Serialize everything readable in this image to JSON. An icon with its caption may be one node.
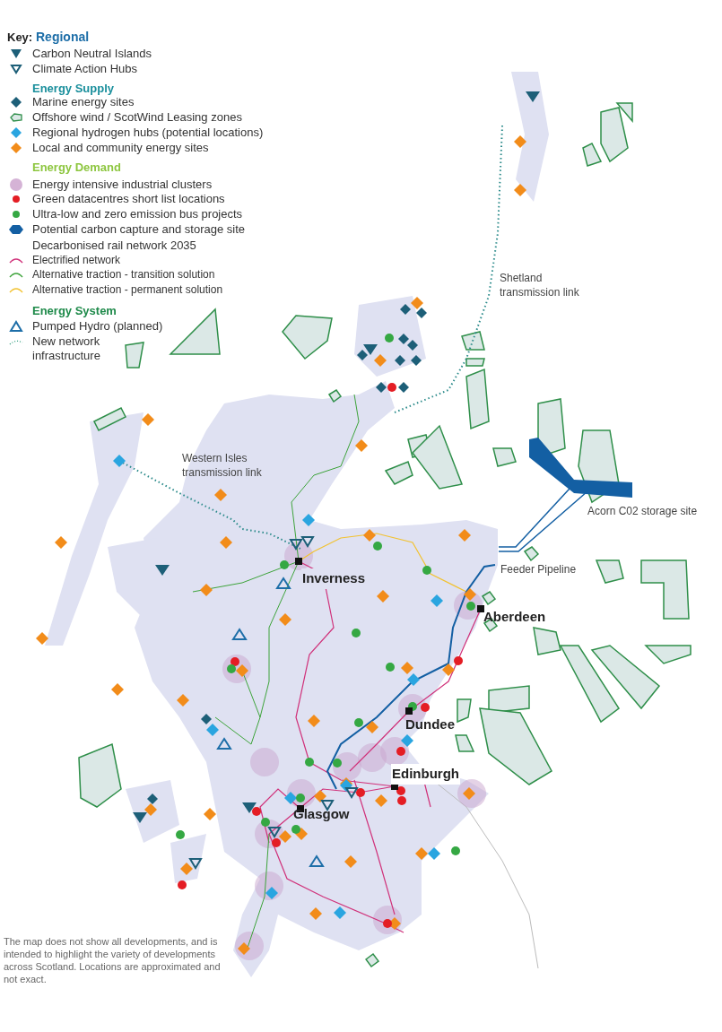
{
  "diagram": {
    "labels": [
      "Key:",
      "Regional",
      "Energy Supply",
      "Energy Demand",
      "Decarbonised rail network 2035",
      "Energy System",
      "Shetland transmission link",
      "Western Isles transmission link",
      "Acorn C02 storage site",
      "Feeder Pipeline",
      "Inverness",
      "Aberdeen",
      "Dundee",
      "Edinburgh",
      "Glasgow",
      "The map does not show all developments, and is intended to highlight the variety of developments across Scotland. Locations are approximated and not exact."
    ],
    "legend": [
      {
        "text": "Carbon Neutral Islands"
      },
      {
        "text": "Climate Action Hubs"
      },
      {
        "text": "Marine energy sites"
      },
      {
        "text": "Offshore wind / ScotWind Leasing zones"
      },
      {
        "text": "Regional hydrogen hubs (potential locations)"
      },
      {
        "text": "Local and community energy sites"
      },
      {
        "text": "Energy intensive industrial clusters"
      },
      {
        "text": "Green datacentres short list locations"
      },
      {
        "text": "Ultra-low and zero emission bus projects"
      },
      {
        "text": "Potential carbon capture and storage site"
      },
      {
        "text": "Electrified network"
      },
      {
        "text": "Alternative traction - transition solution"
      },
      {
        "text": "Alternative traction - permanent solution"
      },
      {
        "text": "Pumped Hydro (planned)"
      },
      {
        "text": "New network infrastructure"
      }
    ]
  }
}
